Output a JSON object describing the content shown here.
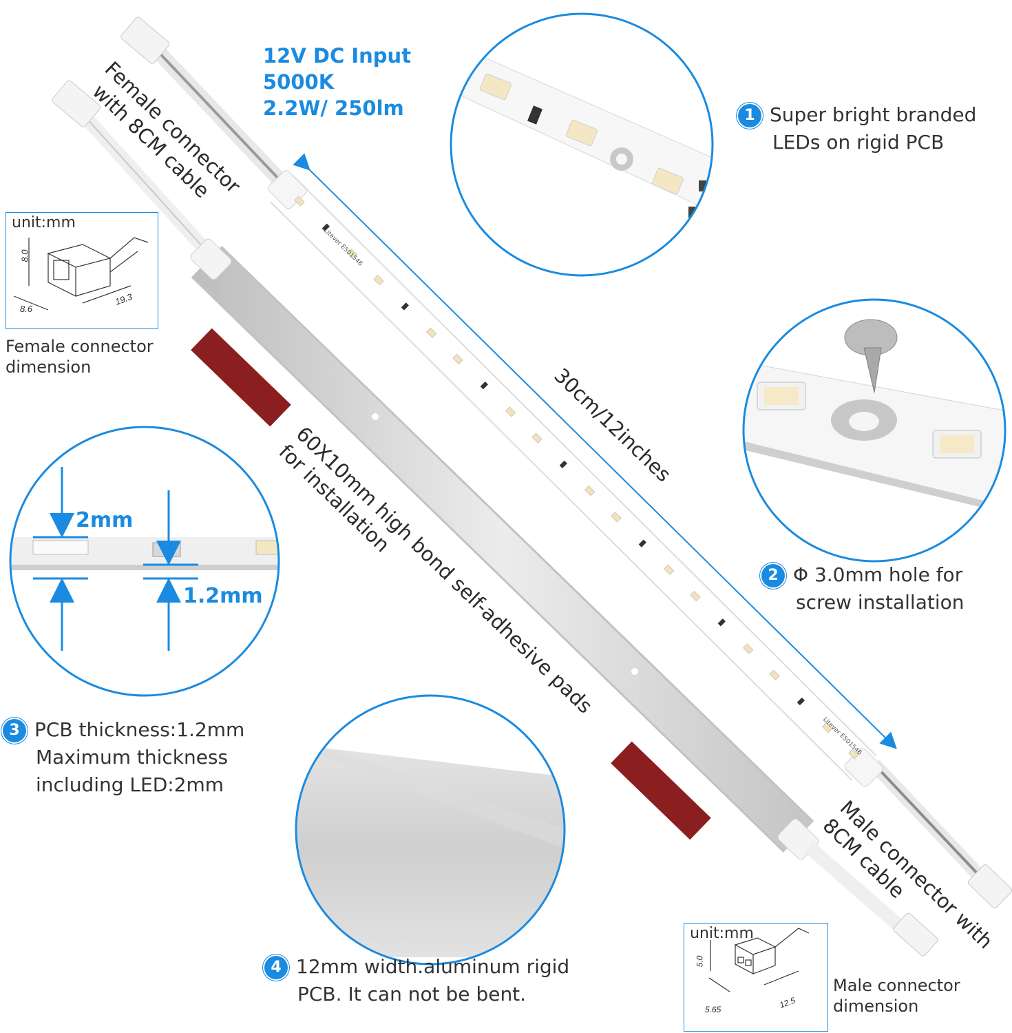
{
  "spec": {
    "line1": "12V DC Input",
    "line2": "5000K",
    "line3": "2.2W/ 250lm"
  },
  "features": [
    {
      "num": "1",
      "line1": "Super bright branded",
      "line2": "LEDs on rigid PCB"
    },
    {
      "num": "2",
      "line1": "Φ 3.0mm hole for",
      "line2": "screw installation"
    },
    {
      "num": "3",
      "line1": "PCB thickness:1.2mm",
      "line2": "Maximum thickness",
      "line3": "including LED:2mm"
    },
    {
      "num": "4",
      "line1": "12mm width.aluminum rigid",
      "line2": "PCB. It can not be bent."
    }
  ],
  "labels": {
    "female_connector_1": "Female connector",
    "female_connector_2": "with 8CM cable",
    "male_connector_1": "Male connector with",
    "male_connector_2": "8CM cable",
    "length": "30cm/12inches",
    "pads_1": "60X10mm high bond self-adhesive pads",
    "pads_2": "for installation",
    "pcb_print_brand": "Litever",
    "pcb_print_code": "E501546"
  },
  "female_dimension": {
    "unit": "unit:mm",
    "height": "8.0",
    "width": "8.6",
    "length": "19.3",
    "caption_1": "Female connector",
    "caption_2": "dimension"
  },
  "male_dimension": {
    "unit": "unit:mm",
    "height": "5.0",
    "width": "5.65",
    "length": "12.5",
    "caption_1": "Male connector",
    "caption_2": "dimension"
  },
  "thickness": {
    "max": "2mm",
    "pcb": "1.2mm"
  },
  "colors": {
    "accent": "#1a8be0",
    "pad": "#8b1e1e",
    "pcb": "#ffffff",
    "aluminum": "#d8d8d8"
  }
}
